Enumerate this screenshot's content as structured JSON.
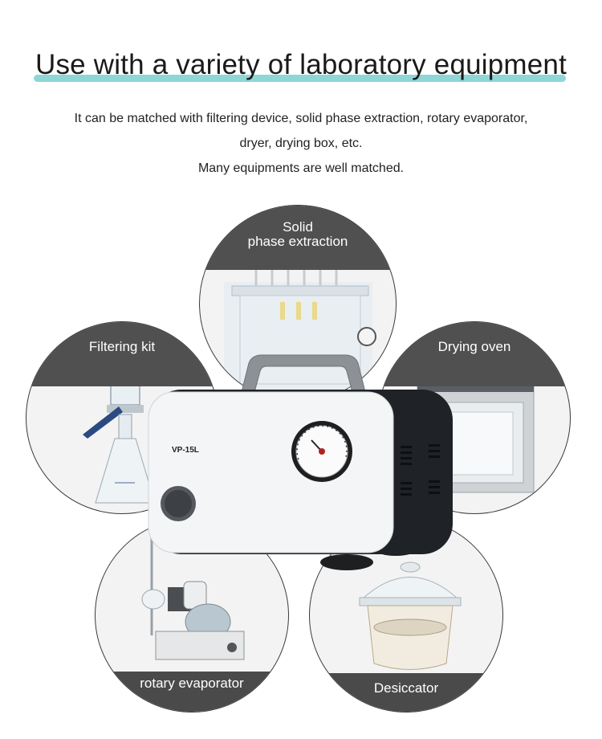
{
  "header": {
    "title": "Use with a variety of laboratory equipment",
    "line1": "It can be matched with filtering device, solid phase extraction, rotary evaporator,",
    "line2": "dryer, drying box, etc.",
    "line3": "Many equipments are well matched."
  },
  "equipment": {
    "solid_phase_line1": "Solid",
    "solid_phase_line2": "phase extraction",
    "filtering_kit": "Filtering kit",
    "drying_oven": "Drying oven",
    "rotary_evaporator": "rotary evaporator",
    "desiccator": "Desiccator"
  },
  "pump": {
    "model_label": "VP-15L"
  },
  "colors": {
    "accent_underline": "#8fd6d6",
    "label_band": "#505050"
  }
}
